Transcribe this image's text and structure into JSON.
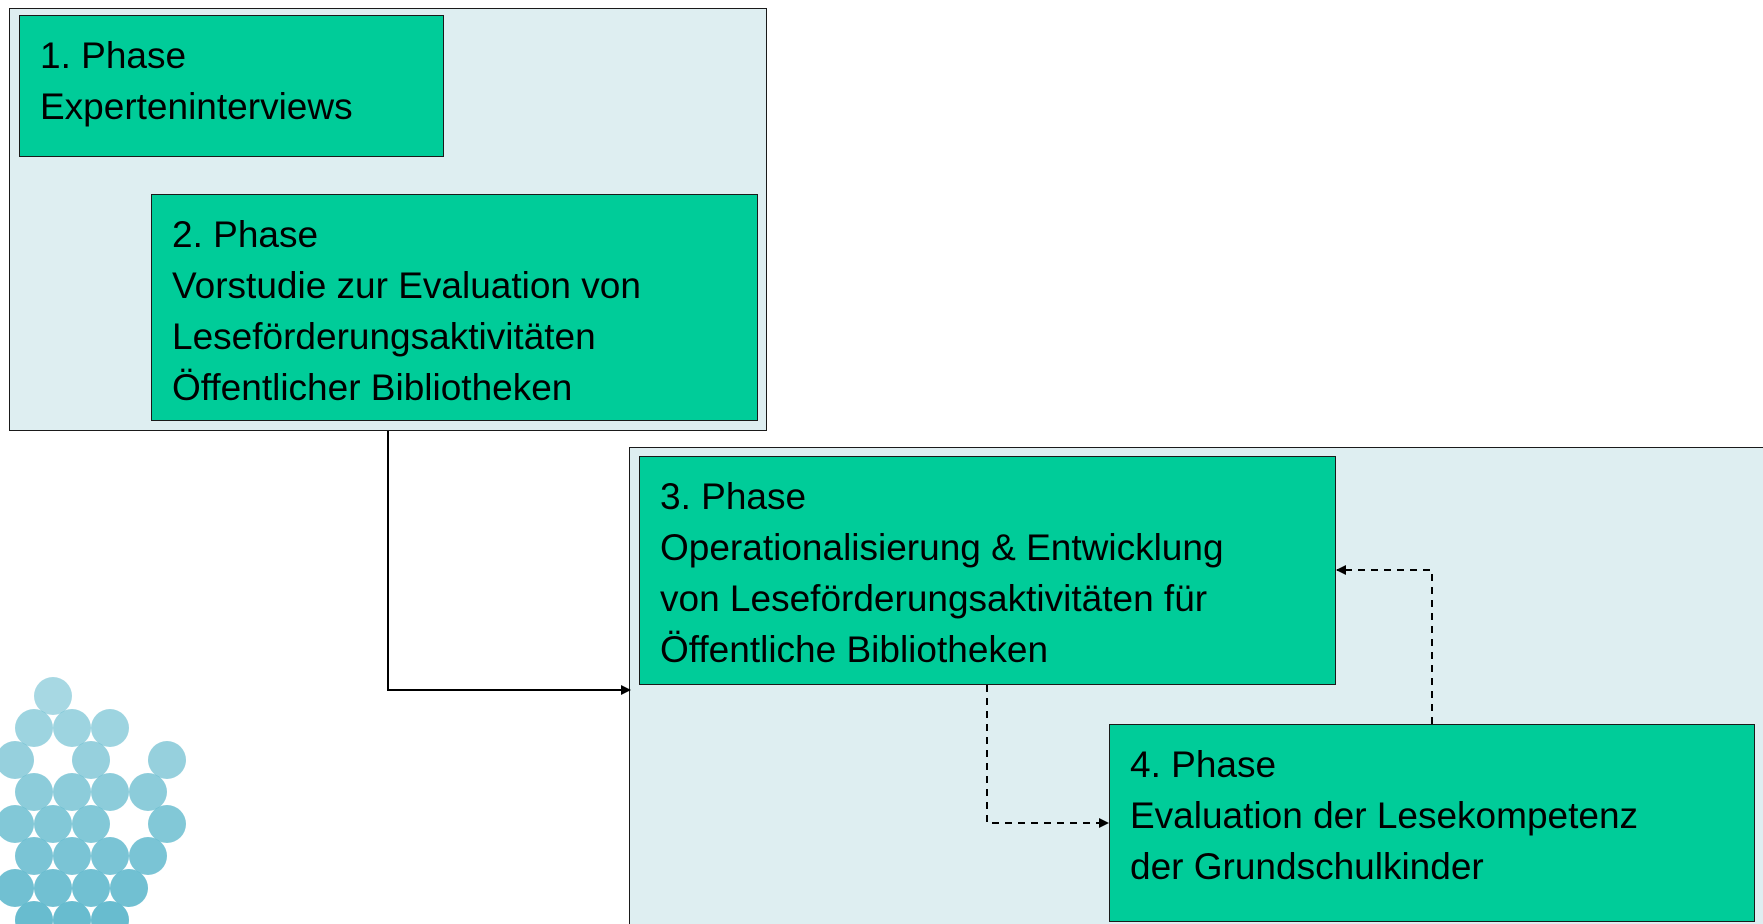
{
  "diagram": {
    "group_fill": "#deeef1",
    "phase_fill": "#00cc99",
    "dots_color": "#5fb8cc",
    "phases": [
      {
        "id": "phase-1",
        "title": "1. Phase",
        "lines": [
          "Experteninterviews"
        ]
      },
      {
        "id": "phase-2",
        "title": "2. Phase",
        "lines": [
          "Vorstudie zur Evaluation von",
          "Leseförderungsaktivitäten",
          "Öffentlicher Bibliotheken"
        ]
      },
      {
        "id": "phase-3",
        "title": "3. Phase",
        "lines": [
          "Operationalisierung & Entwicklung",
          "von Leseförderungsaktivitäten für",
          "Öffentliche Bibliotheken"
        ]
      },
      {
        "id": "phase-4",
        "title": "4. Phase",
        "lines": [
          "Evaluation der Lesekompetenz",
          "der Grundschulkinder"
        ]
      }
    ],
    "connections": [
      {
        "from": "phase-2",
        "to": "phase-3",
        "style": "solid"
      },
      {
        "from": "phase-3",
        "to": "phase-4",
        "style": "dashed"
      },
      {
        "from": "phase-4",
        "to": "phase-3",
        "style": "dashed"
      }
    ]
  }
}
